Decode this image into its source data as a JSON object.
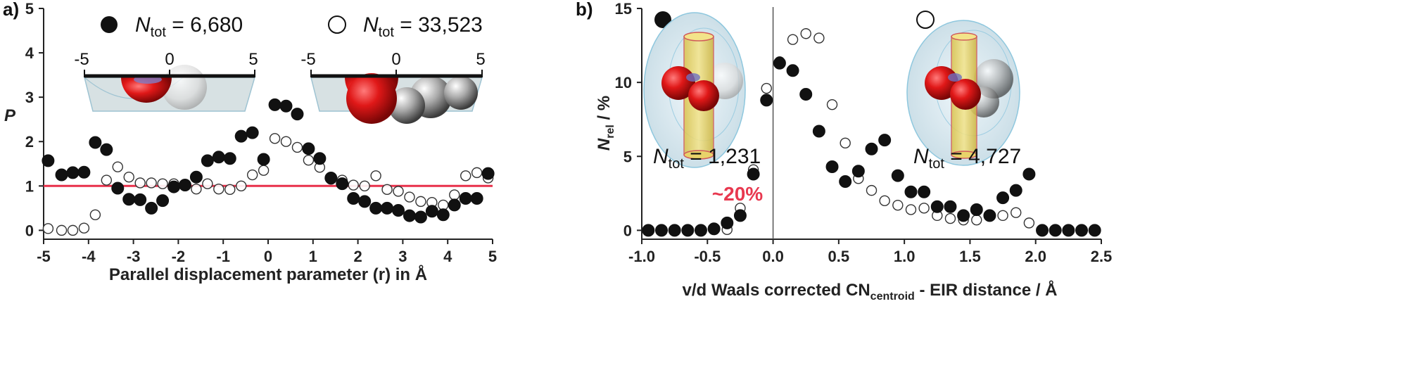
{
  "colors": {
    "reference_line": "#e8304a",
    "annotation": "#e8384f",
    "marker": "#111111",
    "axis": "#222222"
  },
  "panels": {
    "a": {
      "label": "a)",
      "legend": [
        {
          "marker": "filled-circle",
          "n_prefix": "N",
          "n_sub": "tot",
          "value_text": " = 6,680"
        },
        {
          "marker": "open-circle",
          "n_prefix": "N",
          "n_sub": "tot",
          "value_text": " = 33,523"
        }
      ],
      "inset_scales": [
        {
          "ticks": [
            "-5",
            "0",
            "5"
          ]
        },
        {
          "ticks": [
            "-5",
            "0",
            "5"
          ]
        }
      ],
      "ylabel": "P",
      "xlabel": "Parallel displacement parameter (r) in Å"
    },
    "b": {
      "label": "b)",
      "legend_markers": [
        "filled-circle",
        "open-circle"
      ],
      "ntot_labels": [
        {
          "n_prefix": "N",
          "n_sub": "tot",
          "value_text": " = 1,231"
        },
        {
          "n_prefix": "N",
          "n_sub": "tot",
          "value_text": " = 4,727"
        }
      ],
      "annotation": "~20%",
      "ylabel_main": "N",
      "ylabel_sub": "rel",
      "ylabel_rest": " / %",
      "xlabel_main": "v/d Waals corrected CN",
      "xlabel_sub": "centroid",
      "xlabel_rest": " - EIR distance / Å"
    }
  },
  "chart_data": [
    {
      "type": "scatter",
      "panel": "a",
      "xlabel": "Parallel displacement parameter (r) in Å",
      "ylabel": "P",
      "xlim": [
        -5,
        5
      ],
      "ylim": [
        -0.2,
        5
      ],
      "xticks": [
        -5,
        -4,
        -3,
        -2,
        -1,
        0,
        1,
        2,
        3,
        4,
        5
      ],
      "yticks": [
        0,
        1,
        2,
        3,
        4,
        5
      ],
      "reference_line": {
        "y": 1
      },
      "series": [
        {
          "name": "N_tot = 6,680",
          "marker": "filled",
          "x": [
            -4.9,
            -4.6,
            -4.35,
            -4.1,
            -3.85,
            -3.6,
            -3.35,
            -3.1,
            -2.85,
            -2.6,
            -2.35,
            -2.1,
            -1.85,
            -1.6,
            -1.35,
            -1.1,
            -0.85,
            -0.6,
            -0.35,
            -0.1,
            0.15,
            0.4,
            0.65,
            0.9,
            1.15,
            1.4,
            1.65,
            1.9,
            2.15,
            2.4,
            2.65,
            2.9,
            3.15,
            3.4,
            3.65,
            3.9,
            4.15,
            4.4,
            4.65,
            4.9
          ],
          "y": [
            1.57,
            1.25,
            1.3,
            1.31,
            1.98,
            1.82,
            0.95,
            0.7,
            0.69,
            0.5,
            0.67,
            0.98,
            1.02,
            1.2,
            1.57,
            1.65,
            1.62,
            2.12,
            2.2,
            1.6,
            2.83,
            2.8,
            2.62,
            1.84,
            1.62,
            1.18,
            1.05,
            0.72,
            0.65,
            0.5,
            0.5,
            0.45,
            0.33,
            0.3,
            0.43,
            0.35,
            0.57,
            0.72,
            0.72,
            1.28
          ]
        },
        {
          "name": "N_tot = 33,523",
          "marker": "open",
          "x": [
            -4.9,
            -4.6,
            -4.35,
            -4.1,
            -3.85,
            -3.6,
            -3.35,
            -3.1,
            -2.85,
            -2.6,
            -2.35,
            -2.1,
            -1.85,
            -1.6,
            -1.35,
            -1.1,
            -0.85,
            -0.6,
            -0.35,
            -0.1,
            0.15,
            0.4,
            0.65,
            0.9,
            1.15,
            1.4,
            1.65,
            1.9,
            2.15,
            2.4,
            2.65,
            2.9,
            3.15,
            3.4,
            3.65,
            3.9,
            4.15,
            4.4,
            4.65,
            4.9
          ],
          "y": [
            0.04,
            0.0,
            0.0,
            0.05,
            0.35,
            1.13,
            1.43,
            1.2,
            1.07,
            1.07,
            1.05,
            1.05,
            1.0,
            0.93,
            1.05,
            0.93,
            0.92,
            1.0,
            1.25,
            1.35,
            2.07,
            2.0,
            1.87,
            1.58,
            1.42,
            1.15,
            1.13,
            1.02,
            1.0,
            1.23,
            0.92,
            0.88,
            0.75,
            0.65,
            0.63,
            0.57,
            0.8,
            1.23,
            1.3,
            1.18
          ]
        }
      ]
    },
    {
      "type": "scatter",
      "panel": "b",
      "xlabel": "v/d Waals corrected CN_centroid - EIR distance / Å",
      "ylabel": "N_rel / %",
      "xlim": [
        -1.0,
        2.5
      ],
      "ylim": [
        -0.6,
        15
      ],
      "xticks": [
        -1.0,
        -0.5,
        0.0,
        0.5,
        1.0,
        1.5,
        2.0,
        2.5
      ],
      "xtick_labels": [
        "-1.0",
        "-0.5",
        "0.0",
        "0.5",
        "1.0",
        "1.5",
        "2.0",
        "2.5"
      ],
      "yticks": [
        0,
        5,
        10,
        15
      ],
      "vertical_line": {
        "x": 0.0
      },
      "series": [
        {
          "name": "N_tot = 1,231 / N_tot = 4,727",
          "marker": "filled",
          "x": [
            -0.95,
            -0.85,
            -0.75,
            -0.65,
            -0.55,
            -0.45,
            -0.35,
            -0.25,
            -0.15,
            -0.05,
            0.05,
            0.15,
            0.25,
            0.35,
            0.45,
            0.55,
            0.65,
            0.75,
            0.85,
            0.95,
            1.05,
            1.15,
            1.25,
            1.35,
            1.45,
            1.55,
            1.65,
            1.75,
            1.85,
            1.95,
            2.05,
            2.15,
            2.25,
            2.35,
            2.45
          ],
          "y": [
            0,
            0,
            0,
            0,
            0,
            0.1,
            0.5,
            1.0,
            3.8,
            8.8,
            11.3,
            10.8,
            9.2,
            6.7,
            4.3,
            3.3,
            4.0,
            5.5,
            6.1,
            3.7,
            2.6,
            2.6,
            1.6,
            1.6,
            1.0,
            1.4,
            1.0,
            2.2,
            2.7,
            3.8,
            0,
            0,
            0,
            0,
            0
          ]
        },
        {
          "name": "N_tot = 1,231 / N_tot = 4,727",
          "marker": "open",
          "x": [
            -0.35,
            -0.25,
            -0.15,
            -0.05,
            0.05,
            0.15,
            0.25,
            0.35,
            0.45,
            0.55,
            0.65,
            0.75,
            0.85,
            0.95,
            1.05,
            1.15,
            1.25,
            1.35,
            1.45,
            1.55,
            1.65,
            1.75,
            1.85,
            1.95
          ],
          "y": [
            0.05,
            1.5,
            4.1,
            9.6,
            11.4,
            12.9,
            13.3,
            13.0,
            8.5,
            5.9,
            3.5,
            2.7,
            2.0,
            1.7,
            1.4,
            1.5,
            1.0,
            0.8,
            0.7,
            0.7,
            1.0,
            1.0,
            1.2,
            0.5
          ]
        }
      ]
    }
  ]
}
